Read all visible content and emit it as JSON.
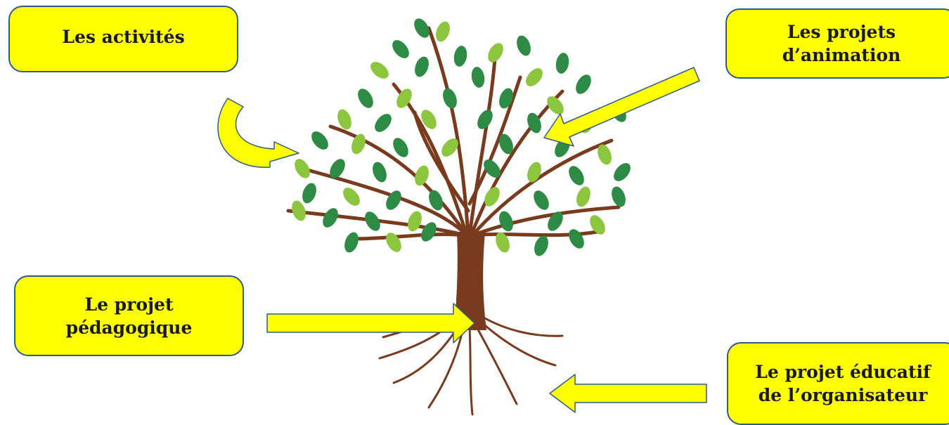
{
  "boxes": {
    "activites": [
      "Les activités"
    ],
    "animation": [
      "Les projets",
      "d’animation"
    ],
    "pedagogique": [
      "Le projet",
      "pédagogique"
    ],
    "educatif": [
      "Le projet éducatif",
      "de l’organisateur"
    ]
  },
  "colors": {
    "box_fill": "#ffff00",
    "box_border": "#2e5c8a",
    "arrow_fill": "#ffff00",
    "arrow_stroke": "#2e5c8a",
    "trunk": "#7a3a1e",
    "leaf_dark": "#2e8b45",
    "leaf_light": "#8cc63f"
  }
}
